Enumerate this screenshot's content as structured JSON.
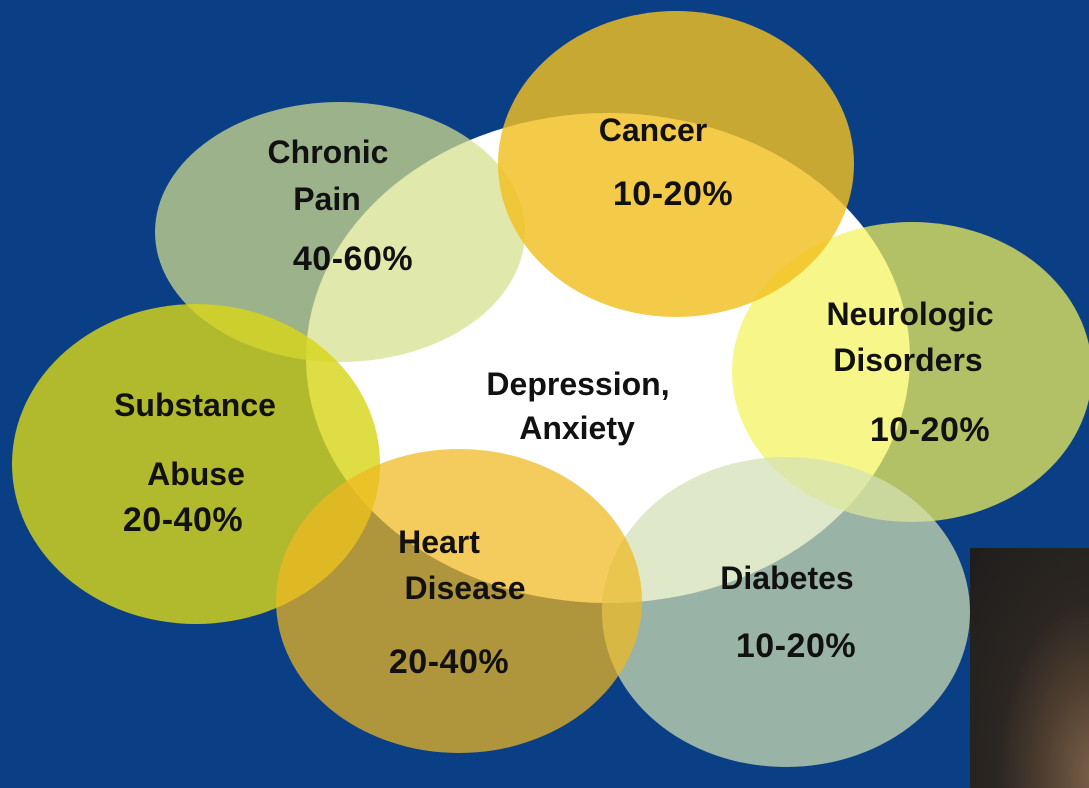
{
  "center": {
    "line1": "Depression,",
    "line2": "Anxiety"
  },
  "conditions": {
    "chronic_pain": {
      "line1": "Chronic",
      "line2": "Pain",
      "percent": "40-60%"
    },
    "cancer": {
      "line1": "Cancer",
      "percent": "10-20%"
    },
    "neurologic": {
      "line1": "Neurologic",
      "line2": "Disorders",
      "percent": "10-20%"
    },
    "substance": {
      "line1": "Substance",
      "line2": "Abuse",
      "percent": "20-40%"
    },
    "heart": {
      "line1": "Heart",
      "line2": "Disease",
      "percent": "20-40%"
    },
    "diabetes": {
      "line1": "Diabetes",
      "percent": "10-20%"
    }
  },
  "colors": {
    "background": "#0a3f86",
    "center_fill": "#ffffff",
    "chronic_pain": "#d6df8c",
    "cancer": "#f2bf20",
    "neurologic": "#f4f25a",
    "substance": "#d7d61a",
    "heart": "#f0b820",
    "diabetes": "#d3e0b4"
  }
}
